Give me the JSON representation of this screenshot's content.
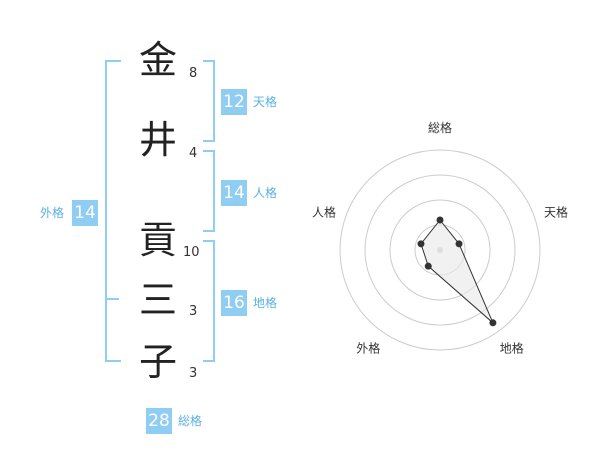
{
  "name": {
    "chars": [
      {
        "char": "金",
        "strokes": "8"
      },
      {
        "char": "井",
        "strokes": "4"
      },
      {
        "char": "貢",
        "strokes": "10"
      },
      {
        "char": "三",
        "strokes": "3"
      },
      {
        "char": "子",
        "strokes": "3"
      }
    ]
  },
  "fortunes": {
    "tenkaku": {
      "label": "天格",
      "value": "12"
    },
    "jinkaku": {
      "label": "人格",
      "value": "14"
    },
    "chikaku": {
      "label": "地格",
      "value": "16"
    },
    "gaikaku": {
      "label": "外格",
      "value": "14"
    },
    "soukaku": {
      "label": "総格",
      "value": "28"
    }
  },
  "chart_data": {
    "type": "radar",
    "axes": [
      "総格",
      "天格",
      "地格",
      "外格",
      "人格"
    ],
    "values": [
      3,
      2,
      9,
      2,
      2
    ],
    "max": 10,
    "rings": 4,
    "colors": {
      "line": "#333333",
      "point": "#333333",
      "fill": "#e8e8e8",
      "ring": "#cccccc"
    }
  }
}
